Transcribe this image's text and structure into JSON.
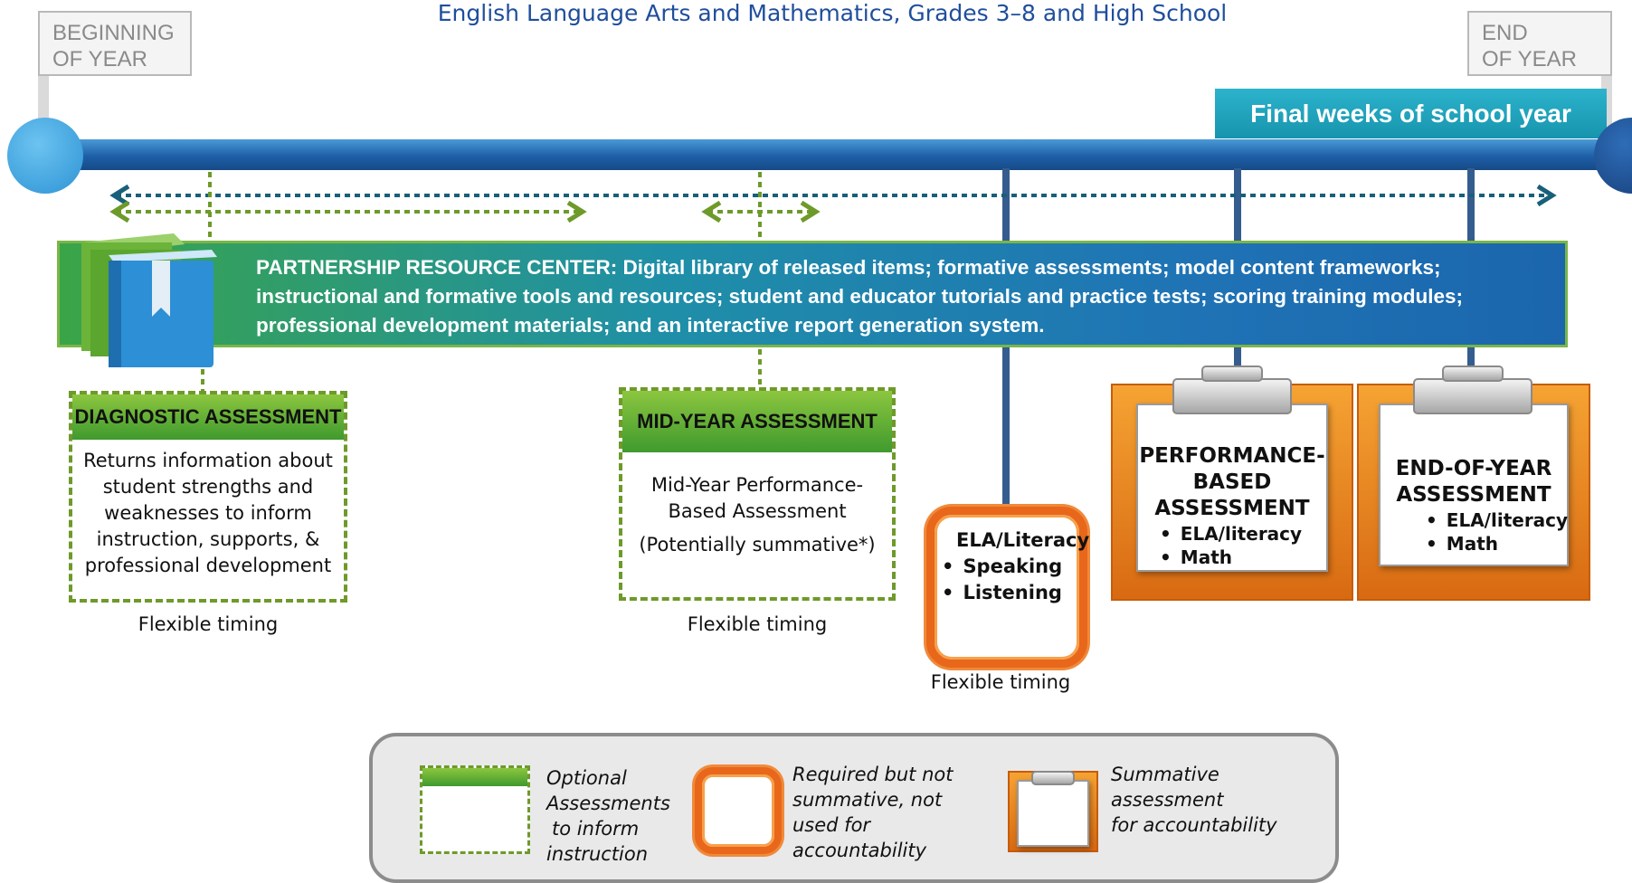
{
  "subtitle": "English Language Arts and Mathematics, Grades 3–8 and High School",
  "beginning_of_year": {
    "line1": "BEGINNING",
    "line2": "OF YEAR"
  },
  "end_of_year": {
    "line1": "END",
    "line2": "OF YEAR"
  },
  "final_weeks_label": "Final weeks of school year",
  "resource_center": {
    "line1": "PARTNERSHIP RESOURCE CENTER: Digital library of released items; formative assessments; model content frameworks;",
    "line2": "instructional and formative tools and resources; student and educator tutorials and practice tests; scoring training modules;",
    "line3": "professional development materials; and an interactive report generation system."
  },
  "diagnostic": {
    "title": "DIAGNOSTIC ASSESSMENT",
    "body": [
      "Returns information about",
      "student strengths and",
      "weaknesses to inform",
      "instruction, supports, &",
      "professional development"
    ],
    "timing": "Flexible timing"
  },
  "midyear": {
    "title": "MID-YEAR ASSESSMENT",
    "body": [
      "Mid-Year Performance-",
      "Based Assessment"
    ],
    "note": "(Potentially summative*)",
    "timing": "Flexible timing"
  },
  "speaking_listening": {
    "title": "ELA/Literacy",
    "items": [
      "Speaking",
      "Listening"
    ],
    "timing": "Flexible timing"
  },
  "performance_based": {
    "title": [
      "PERFORMANCE-",
      "BASED",
      "ASSESSMENT"
    ],
    "items": [
      "ELA/literacy",
      "Math"
    ]
  },
  "end_of_year_assessment": {
    "title": [
      "END-OF-YEAR",
      "ASSESSMENT"
    ],
    "items": [
      "ELA/literacy",
      "Math"
    ]
  },
  "legend": {
    "optional": [
      "Optional",
      "Assessments",
      "to inform",
      "instruction"
    ],
    "required": [
      "Required but not",
      "summative, not",
      "used for",
      "accountability"
    ],
    "summative": [
      "Summative assessment",
      "for accountability"
    ]
  },
  "colors": {
    "timeline": "#1e5fa8",
    "final_weeks": "#1fa3bd",
    "optional_green": "#6e9a2a",
    "required_orange": "#e8671a",
    "summative_orange": "#f08a2a"
  },
  "icons": [
    "book-icon",
    "clipboard-icon"
  ]
}
